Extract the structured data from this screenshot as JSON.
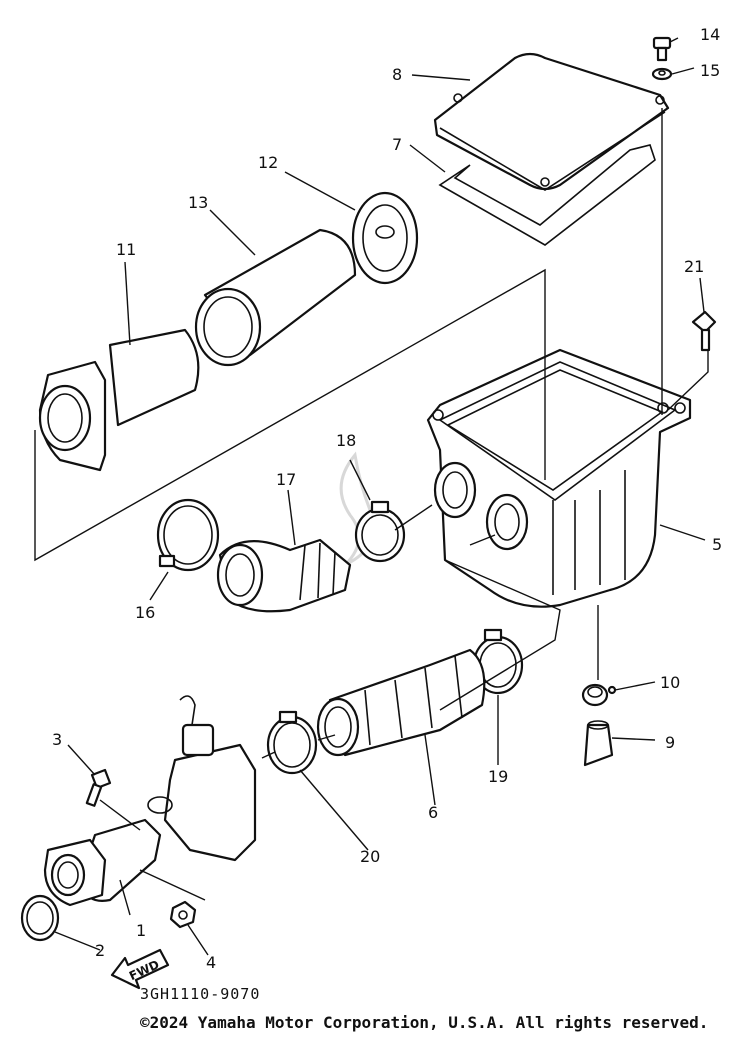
{
  "diagram": {
    "drawing_code": "3GH1110-9070",
    "copyright": "©2024 Yamaha Motor Corporation, U.S.A. All rights reserved.",
    "fwd_label": "FWD",
    "callouts": {
      "c1": "1",
      "c2": "2",
      "c3": "3",
      "c4": "4",
      "c5": "5",
      "c6": "6",
      "c7": "7",
      "c8": "8",
      "c9": "9",
      "c10": "10",
      "c11": "11",
      "c12": "12",
      "c13": "13",
      "c14": "14",
      "c15": "15",
      "c16": "16",
      "c17": "17",
      "c18": "18",
      "c19": "19",
      "c20": "20",
      "c21": "21"
    }
  }
}
